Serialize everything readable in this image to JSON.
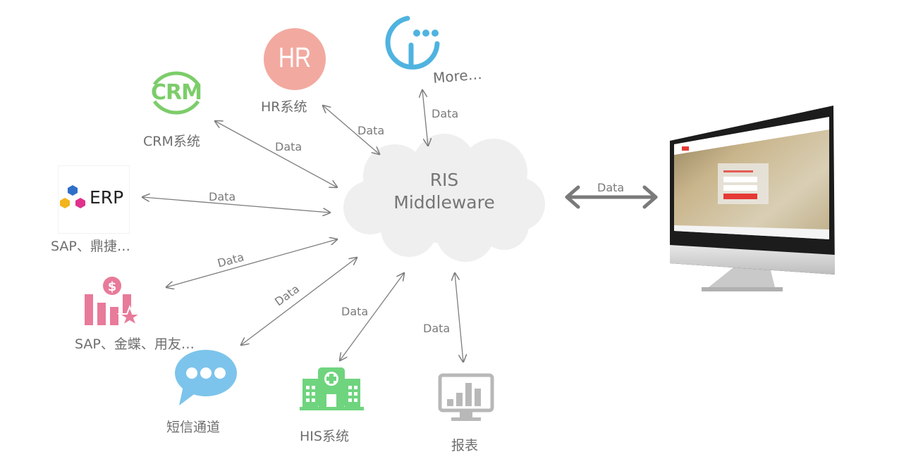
{
  "center": {
    "line1": "RIS",
    "line2": "Middleware"
  },
  "nodes": {
    "crm": {
      "icon_text": "CRM",
      "label": "CRM系统",
      "color": "#7ccd6a",
      "icon": "crm-logo-icon"
    },
    "hr": {
      "icon_text": "HR",
      "label": "HR系统",
      "color": "#f2a9a0",
      "icon": "hr-logo-icon"
    },
    "more": {
      "label": "More…",
      "color": "#4fb3e0",
      "icon": "more-logo-icon"
    },
    "erp": {
      "icon_text": "ERP",
      "label": "SAP、鼎捷…",
      "icon": "erp-logo-icon"
    },
    "finance": {
      "label": "SAP、金蝶、用友…",
      "color": "#e87a9a",
      "icon": "finance-chart-icon"
    },
    "sms": {
      "label": "短信通道",
      "color": "#7cc4ec",
      "icon": "chat-bubble-icon"
    },
    "his": {
      "label": "HIS系统",
      "color": "#6fd47e",
      "icon": "hospital-icon"
    },
    "report": {
      "label": "报表",
      "color": "#b8b8b8",
      "icon": "monitor-chart-icon"
    }
  },
  "edges": {
    "crm": "Data",
    "hr": "Data",
    "more": "Data",
    "erp": "Data",
    "finance": "Data",
    "sms": "Data",
    "his": "Data",
    "report": "Data",
    "client": "Data"
  },
  "colors": {
    "arrow": "#7d7d7d",
    "cloud": "#efefef",
    "client_arrow": "#7a7a7a"
  }
}
